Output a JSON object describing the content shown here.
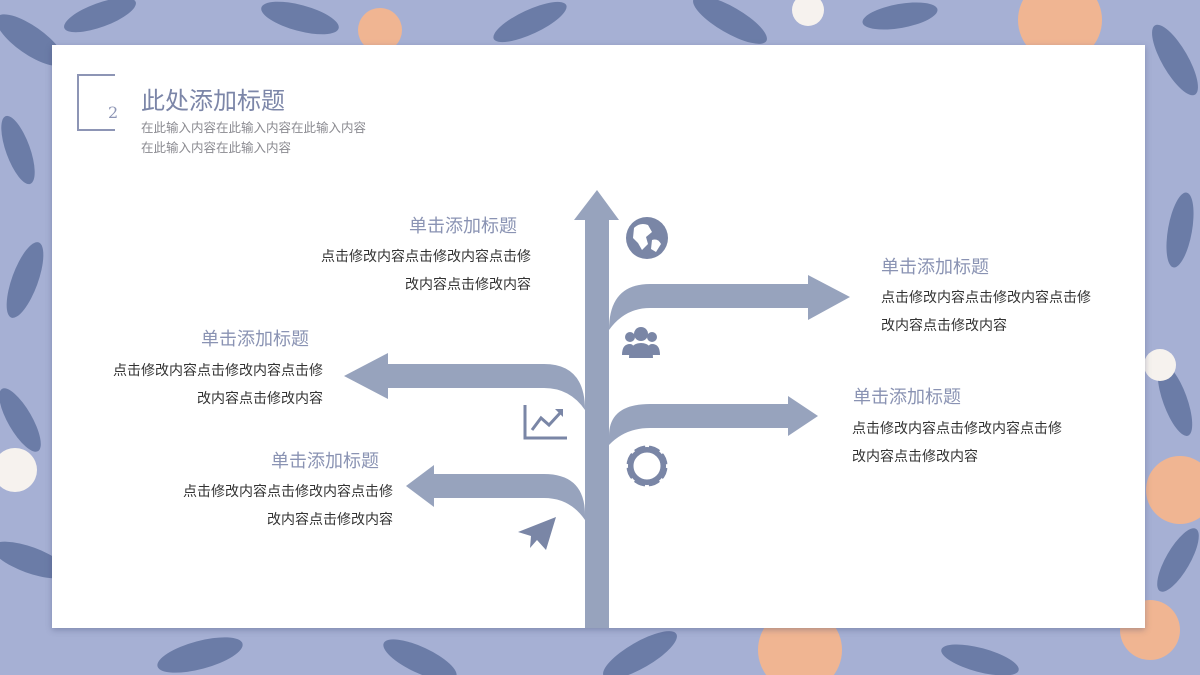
{
  "colors": {
    "accent": "#97a3bd",
    "title": "#8a93b3",
    "leaf": "#5d709c",
    "flower": "#f0b592",
    "bg": "#a6b0d4"
  },
  "header": {
    "number": "2",
    "title": "此处添加标题",
    "sub_line1": "在此输入内容在此输入内容在此输入内容",
    "sub_line2": "在此输入内容在此输入内容"
  },
  "items": [
    {
      "title": "单击添加标题",
      "line1": "点击修改内容点击修改内容点击修",
      "line2": "改内容点击修改内容",
      "icon": "globe-icon"
    },
    {
      "title": "单击添加标题",
      "line1": "点击修改内容点击修改内容点击修",
      "line2": "改内容点击修改内容",
      "icon": "users-icon"
    },
    {
      "title": "单击添加标题",
      "line1": "点击修改内容点击修改内容点击修",
      "line2": "改内容点击修改内容",
      "icon": "chart-trend-icon"
    },
    {
      "title": "单击添加标题",
      "line1": "点击修改内容点击修改内容点击修",
      "line2": "改内容点击修改内容",
      "icon": "lifebuoy-icon"
    },
    {
      "title": "单击添加标题",
      "line1": "点击修改内容点击修改内容点击修",
      "line2": "改内容点击修改内容",
      "icon": "paper-plane-icon"
    }
  ]
}
